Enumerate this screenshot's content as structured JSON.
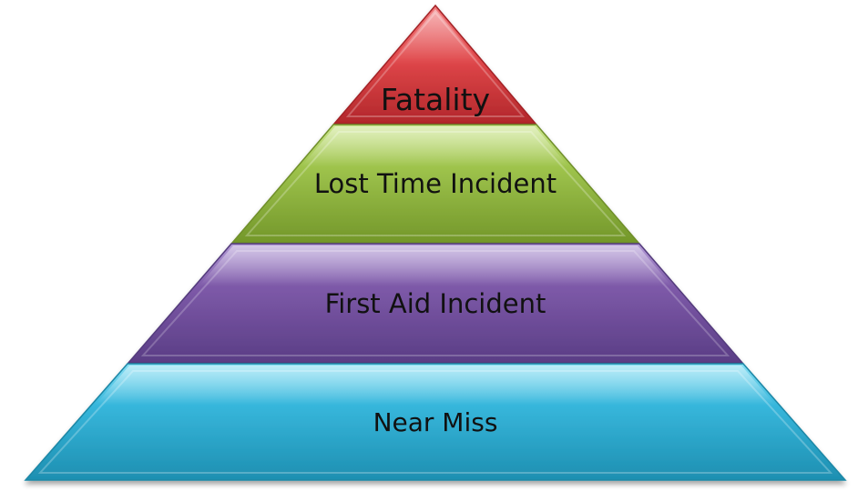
{
  "diagram": {
    "type": "pyramid",
    "tiers": [
      {
        "label": "Fatality",
        "color": "#e0474a",
        "shade": "#b2272b",
        "highlight": "#f07a7c"
      },
      {
        "label": "Lost Time Incident",
        "color": "#9fc44d",
        "shade": "#73972a",
        "highlight": "#cbe58c"
      },
      {
        "label": "First Aid Incident",
        "color": "#7e5aa9",
        "shade": "#5a3d85",
        "highlight": "#b39bd6"
      },
      {
        "label": "Near Miss",
        "color": "#37b7dc",
        "shade": "#1e8fb1",
        "highlight": "#87def3"
      }
    ]
  }
}
